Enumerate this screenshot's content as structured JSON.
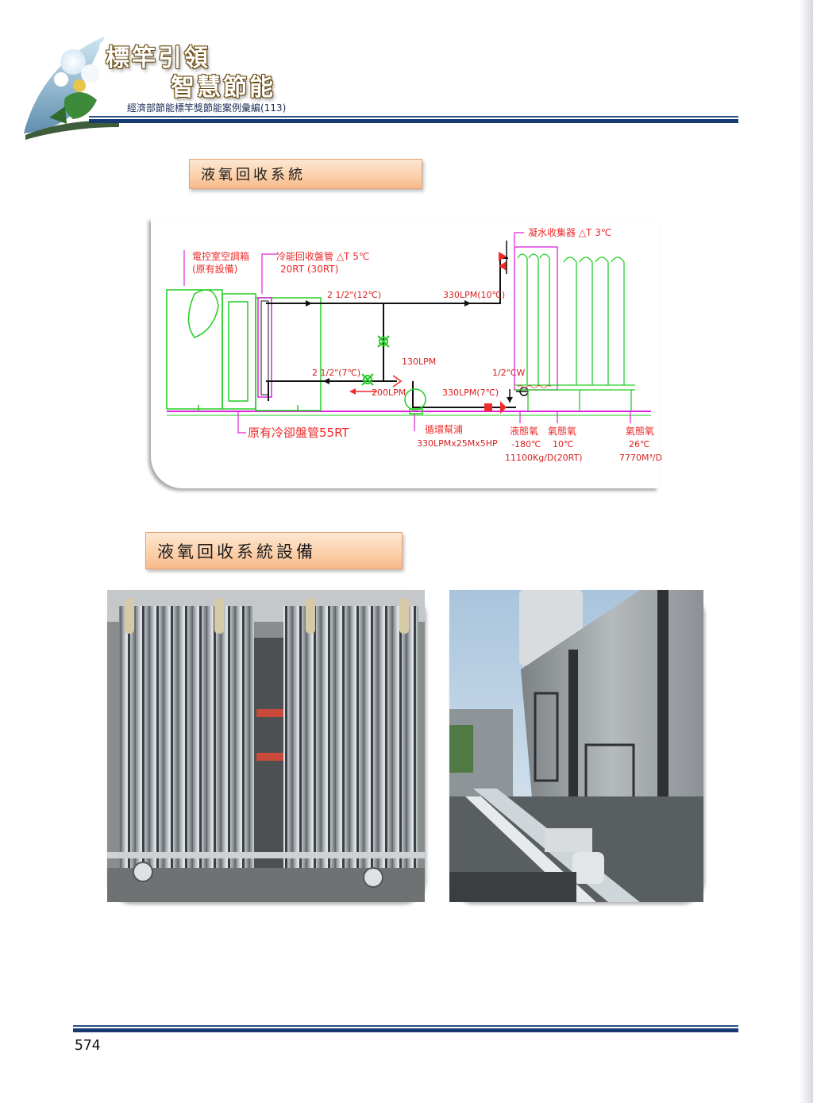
{
  "header": {
    "title_line_1": "標竿引領",
    "title_line_2": "智慧節能",
    "subtitle": "經濟部節能標竿獎節能案例彙編(113)"
  },
  "sections": {
    "system_title": "液氧回收系統",
    "equipment_title": "液氧回收系統設備"
  },
  "diagram": {
    "labels": {
      "control_room_ahu": "電控室空調箱",
      "original_equipment": "(原有設備)",
      "cold_recovery_coil": "冷能回收盤管 △T 5℃",
      "coil_capacity": "20RT (30RT)",
      "condensate_collector": "凝水收集器 △T 3℃",
      "supply_pipe": "2 1/2\"(12℃)",
      "supply_flow": "330LPM(10℃)",
      "bypass_flow": "130LPM",
      "return_pipe": "2 1/2\"(7℃)",
      "return_flow": "200LPM",
      "loop_flow": "330LPM(7℃)",
      "cw_pipe": "1/2\"CW",
      "original_cooling_coil": "原有冷卻盤管55RT",
      "pump_name": "循環幫浦",
      "pump_spec": "330LPMx25Mx5HP",
      "liquid_oxygen": "液態氧",
      "liquid_oxygen_temp": "-180℃",
      "liquid_oxygen_rate": "11100Kg/D(20RT)",
      "gas_oxygen_1": "氣態氧",
      "gas_oxygen_1_temp": "10℃",
      "gas_oxygen_2": "氣態氧",
      "gas_oxygen_2_temp": "26℃",
      "gas_oxygen_2_rate": "7770M³/D"
    },
    "colors": {
      "equipment": "#22cc22",
      "pipe": "#111111",
      "annotation": "#ee2a2a",
      "base_line": "#dd22dd"
    }
  },
  "footer": {
    "page_number": "574"
  },
  "colors": {
    "rule": "#173a73",
    "label_fill": "#fbcfa8"
  }
}
